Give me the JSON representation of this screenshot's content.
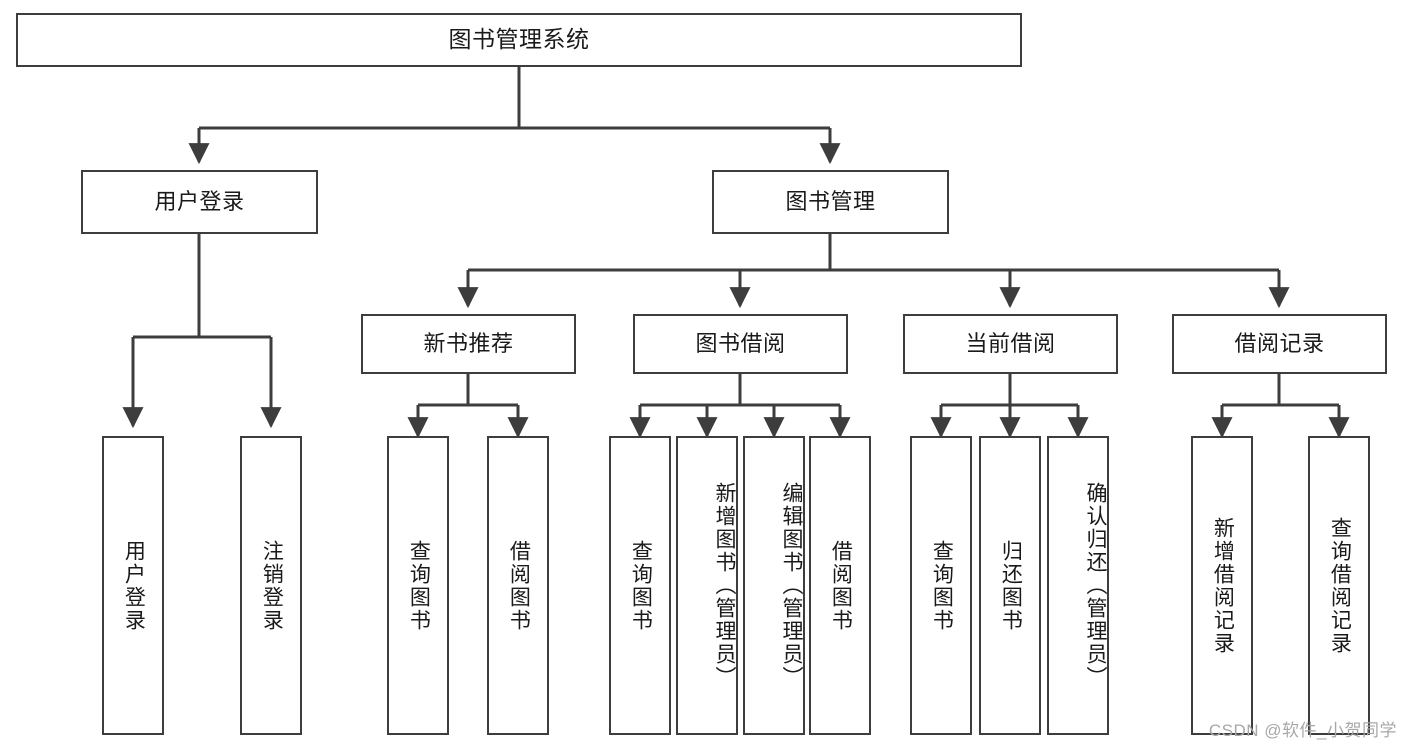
{
  "diagram": {
    "title": "图书管理系统",
    "watermark": "CSDN @软件_小贺同学",
    "stroke_color": "#3d3d3d",
    "text_color": "#1a1a1a",
    "background_color": "#ffffff",
    "watermark_color": "#a8a8a8",
    "type": "tree-hierarchy",
    "levels": 4
  },
  "nodes": {
    "root": {
      "label": "图书管理系统"
    },
    "level2": [
      {
        "label": "用户登录"
      },
      {
        "label": "图书管理"
      }
    ],
    "level3": [
      {
        "label": "新书推荐"
      },
      {
        "label": "图书借阅"
      },
      {
        "label": "当前借阅"
      },
      {
        "label": "借阅记录"
      }
    ],
    "leaves_user_login": [
      {
        "label": "用户登录"
      },
      {
        "label": "注销登录"
      }
    ],
    "leaves_new_book": [
      {
        "label": "查询图书"
      },
      {
        "label": "借阅图书"
      }
    ],
    "leaves_borrow": [
      {
        "label": "查询图书"
      },
      {
        "label": "新增图书（管理员）"
      },
      {
        "label": "编辑图书（管理员）"
      },
      {
        "label": "借阅图书"
      }
    ],
    "leaves_current": [
      {
        "label": "查询图书"
      },
      {
        "label": "归还图书"
      },
      {
        "label": "确认归还（管理员）"
      }
    ],
    "leaves_records": [
      {
        "label": "新增借阅记录"
      },
      {
        "label": "查询借阅记录"
      }
    ]
  }
}
